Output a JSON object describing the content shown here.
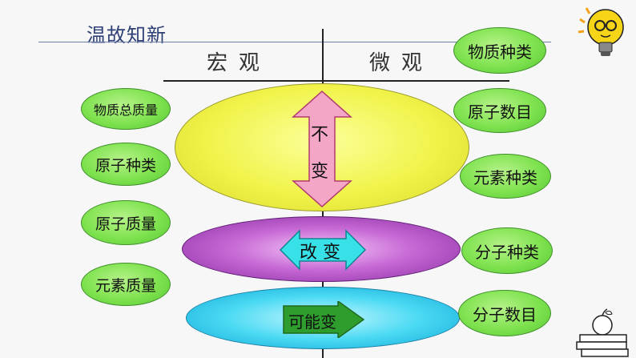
{
  "title": "温故知新",
  "columns": {
    "macro": "宏观",
    "micro": "微观"
  },
  "macro_items": [
    "物质总质量",
    "原子种类",
    "原子质量",
    "元素质量"
  ],
  "micro_items": [
    "物质种类",
    "原子数目",
    "元素种类",
    "分子种类",
    "分子数目"
  ],
  "middle": {
    "unchanged_1": "不",
    "unchanged_2": "变",
    "changed": "改 变",
    "may_change": "可能变"
  },
  "colors": {
    "green": "#7fe24f",
    "yellow": "#f1f34a",
    "purple": "#c86bd6",
    "cyan": "#4cdaf3",
    "pink_arrow": "#f4a6c6",
    "cyan_arrow": "#38e0e8",
    "green_arrow": "#2e9d2e"
  },
  "icons": [
    "lightbulb-icon",
    "apple-books-icon"
  ]
}
